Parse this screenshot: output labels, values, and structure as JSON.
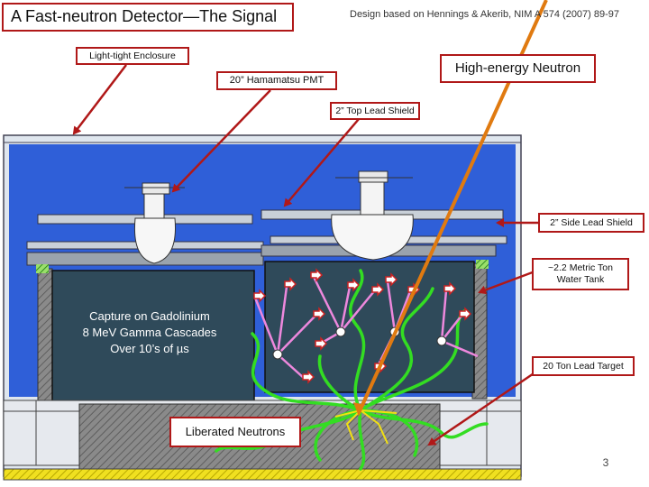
{
  "slide": {
    "title": "A Fast-neutron Detector—The Signal",
    "reference": "Design based on Hennings & Akerib, NIM A 574 (2007) 89-97",
    "page_number": "3"
  },
  "labels": {
    "enclosure": "Light-tight Enclosure",
    "neutron": "High-energy Neutron",
    "pmt": "20” Hamamatsu PMT",
    "top_shield": "2” Top Lead Shield",
    "side_shield": "2” Side Lead Shield",
    "tank_line1": "~2.2 Metric Ton",
    "tank_line2": "Water Tank",
    "target": "20 Ton Lead Target",
    "liberated": "Liberated Neutrons",
    "capture_line1": "Capture on Gadolinium",
    "capture_line2": "8 MeV Gamma Cascades",
    "capture_line3_prefix": "Over 10’s of ",
    "capture_line3_unit": "µs"
  },
  "colors": {
    "label_border": "#b01818",
    "arrow": "#b01818",
    "neutron_track": "#e07a10",
    "tank_fill": "#2f4a5a",
    "enclosure_fill": "#2f5fd8",
    "cascade_track": "#33dd22",
    "gamma_ray": "#ee88dd",
    "lead_target": "#777777",
    "floor": "#f0e020"
  },
  "icons": [
    "pmt-bulb-icon",
    "gamma-arrow-icon",
    "capture-point-icon"
  ]
}
